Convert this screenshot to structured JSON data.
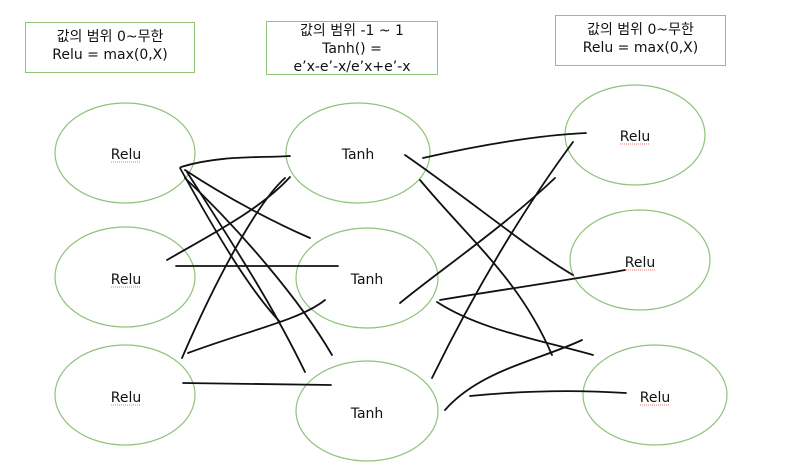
{
  "label_boxes": {
    "left": {
      "line1": "값의 범위 0~무한",
      "line2": "Relu = max(0,X)"
    },
    "middle": {
      "line1": "값의 범위 -1 ~ 1",
      "line2": "Tanh() =",
      "line3": "e’x-e’-x/e’x+e’-x"
    },
    "right": {
      "line1": "값의 범위 0~무한",
      "line2": "Relu = max(0,X)"
    }
  },
  "nodes": {
    "left": [
      "Relu",
      "Relu",
      "Relu"
    ],
    "middle": [
      "Tanh",
      "Tanh",
      "Tanh"
    ],
    "right": [
      "Relu",
      "Relu",
      "Relu"
    ]
  },
  "colors": {
    "node_stroke": "#8fc37a",
    "line": "#111111"
  }
}
